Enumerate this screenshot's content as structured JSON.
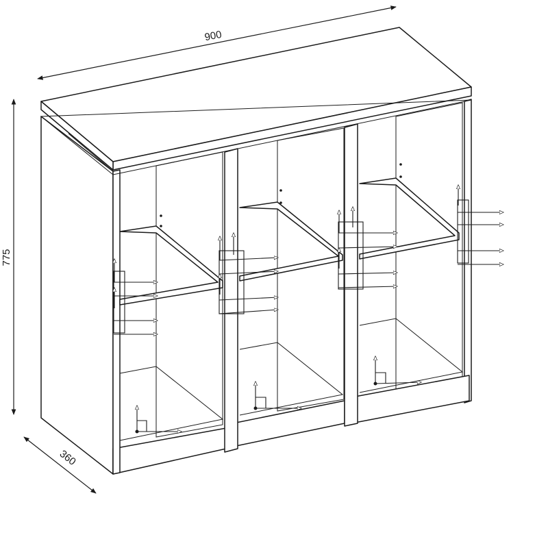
{
  "dimensions": {
    "width": "900",
    "height": "775",
    "depth": "360"
  },
  "colors": {
    "line": "#1a1a1a",
    "background": "#ffffff"
  }
}
